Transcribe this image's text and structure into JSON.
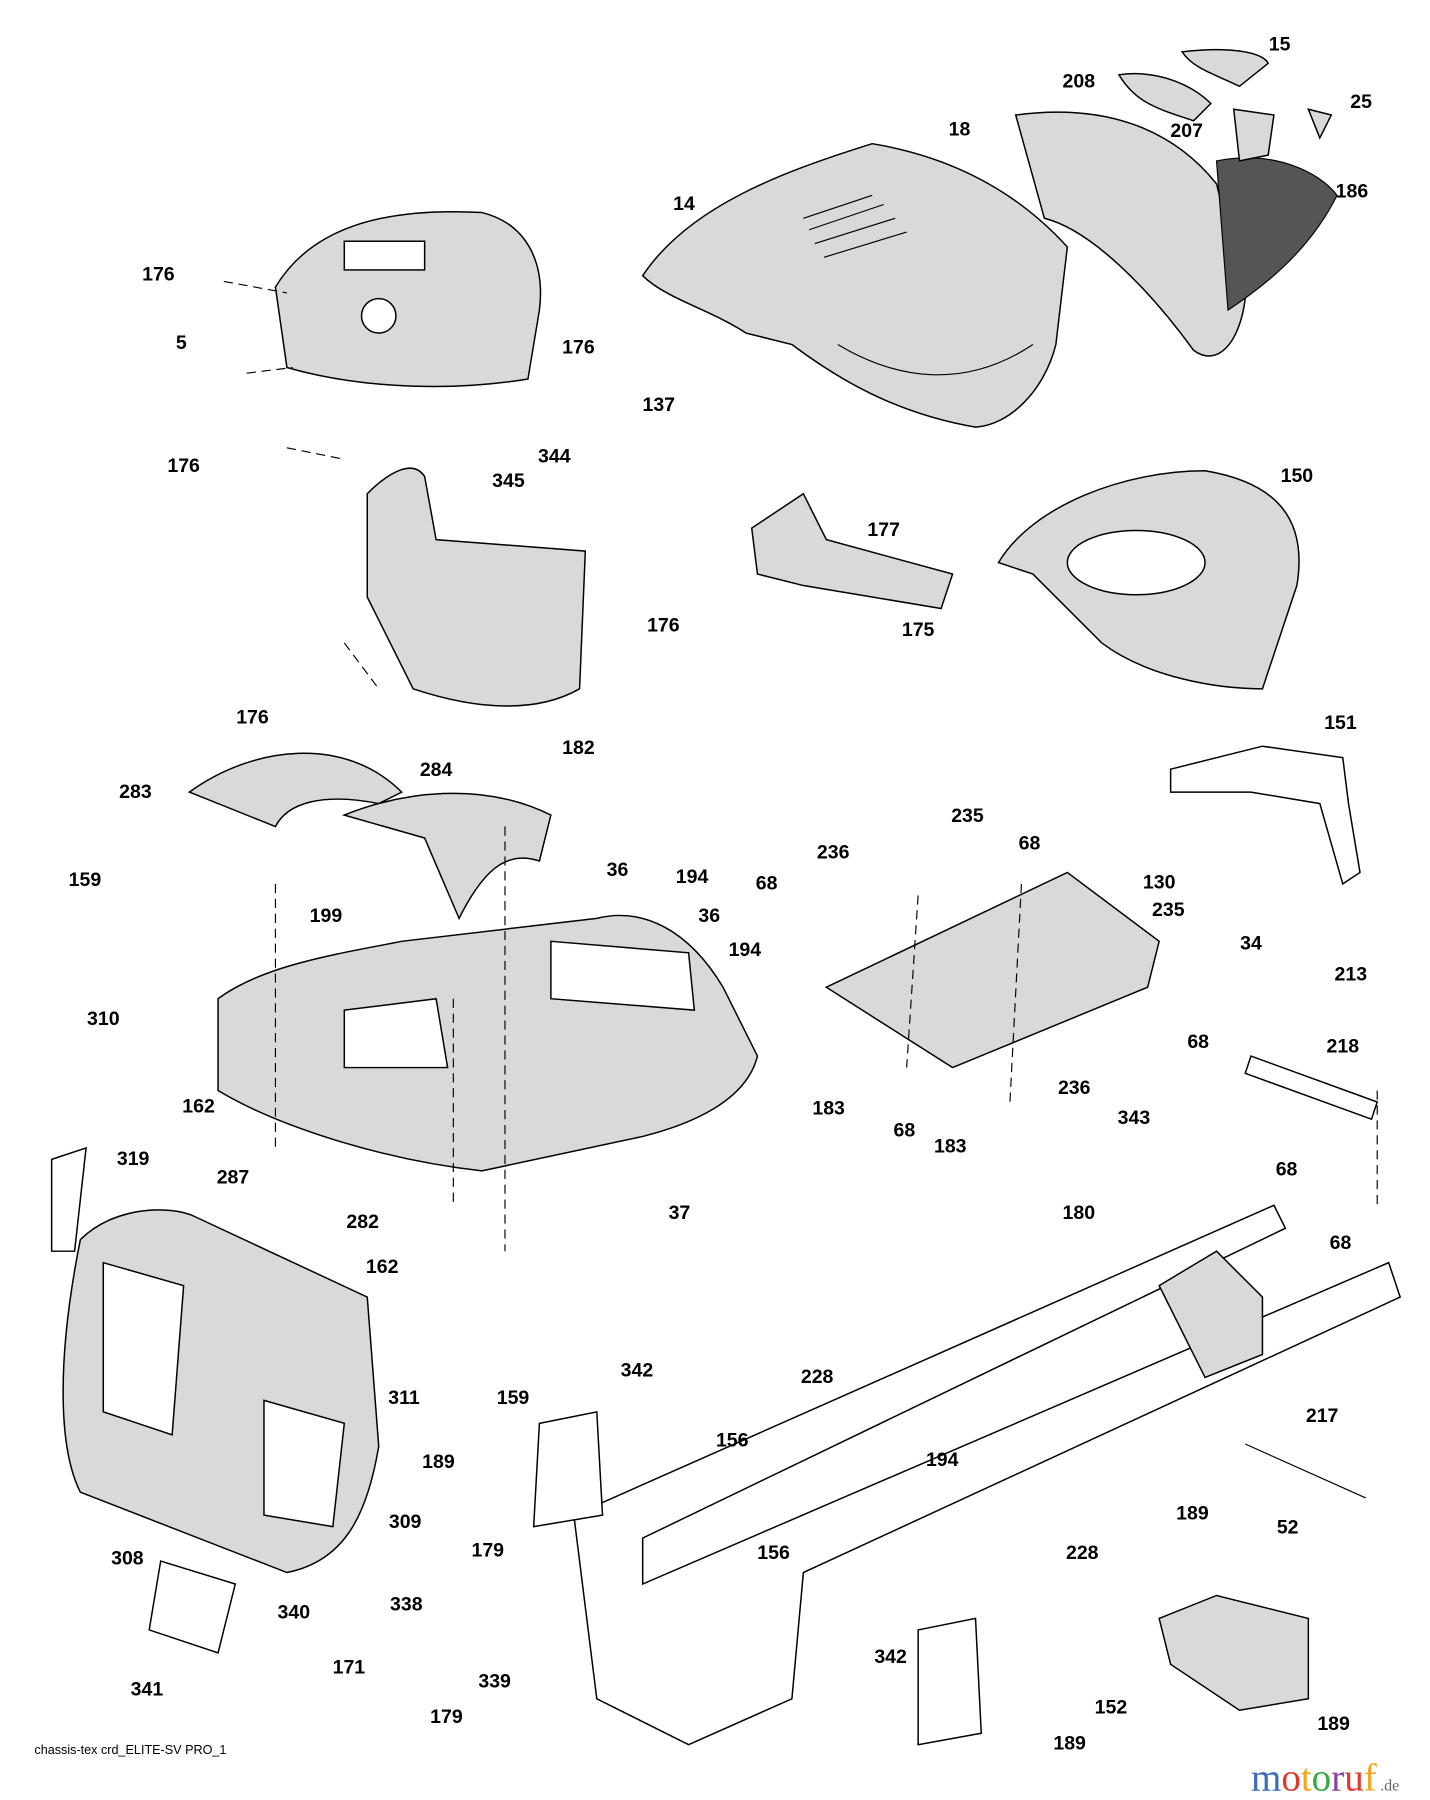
{
  "diagram": {
    "caption": "chassis-tex crd_ELITE-SV PRO_1",
    "watermark": {
      "text": "motoruf",
      "suffix": ".de",
      "colors": [
        "#3a6db5",
        "#e03a2f",
        "#f2a81d",
        "#3aa845",
        "#8b3fa0",
        "#e03a2f",
        "#f2a81d"
      ]
    },
    "part_labels": [
      "15",
      "208",
      "25",
      "18",
      "207",
      "186",
      "14",
      "176",
      "5",
      "176",
      "137",
      "176",
      "344",
      "345",
      "150",
      "177",
      "175",
      "176",
      "176",
      "182",
      "151",
      "283",
      "284",
      "235",
      "236",
      "68",
      "36",
      "194",
      "159",
      "130",
      "68",
      "235",
      "36",
      "199",
      "194",
      "34",
      "213",
      "310",
      "218",
      "68",
      "236",
      "343",
      "183",
      "68",
      "183",
      "162",
      "287",
      "282",
      "37",
      "319",
      "68",
      "180",
      "68",
      "162",
      "311",
      "159",
      "342",
      "228",
      "217",
      "156",
      "189",
      "194",
      "308",
      "309",
      "52",
      "228",
      "189",
      "179",
      "156",
      "338",
      "340",
      "339",
      "342",
      "341",
      "171",
      "179",
      "152",
      "189",
      "189"
    ]
  }
}
